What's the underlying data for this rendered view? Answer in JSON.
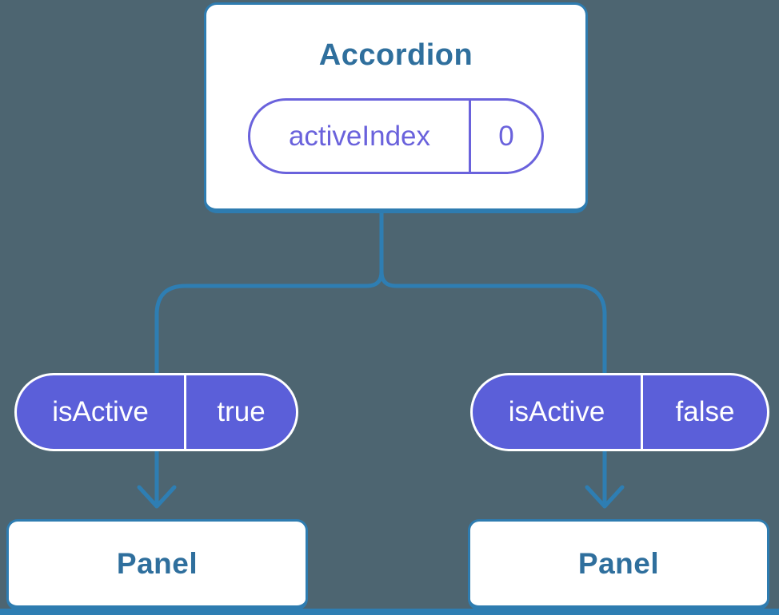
{
  "colors": {
    "background": "#4d6571",
    "line-blue": "#2e7eb3",
    "card-border": "#2e7cb0",
    "heading-blue": "#2f6f9d",
    "purple": "#6a62dc",
    "pill-fill": "#5b5fd9",
    "white": "#ffffff"
  },
  "tree": {
    "root": {
      "title": "Accordion",
      "state": {
        "name": "activeIndex",
        "value": "0"
      }
    },
    "children": [
      {
        "prop": {
          "name": "isActive",
          "value": "true"
        },
        "component": "Panel"
      },
      {
        "prop": {
          "name": "isActive",
          "value": "false"
        },
        "component": "Panel"
      }
    ]
  }
}
